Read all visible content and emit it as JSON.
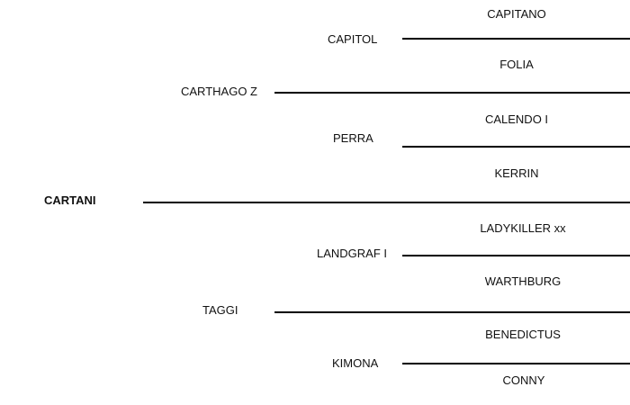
{
  "pedigree": {
    "subject": "CARTANI",
    "sire": {
      "name": "CARTHAGO Z",
      "sire": {
        "name": "CAPITOL",
        "sire": "CAPITANO",
        "dam": "FOLIA"
      },
      "dam": {
        "name": "PERRA",
        "sire": "CALENDO I",
        "dam": "KERRIN"
      }
    },
    "dam": {
      "name": "TAGGI",
      "sire": {
        "name": "LANDGRAF I",
        "sire": "LADYKILLER xx",
        "dam": "WARTHBURG"
      },
      "dam": {
        "name": "KIMONA",
        "sire": "BENEDICTUS",
        "dam": "CONNY"
      }
    }
  }
}
